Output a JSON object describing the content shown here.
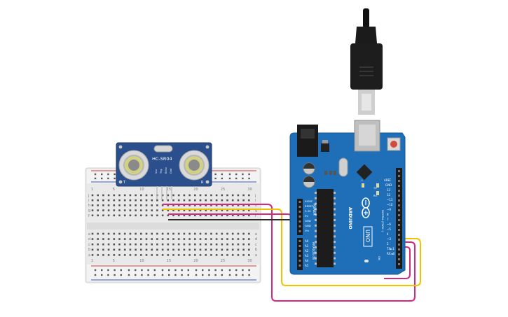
{
  "canvas": {
    "background": "#ffffff"
  },
  "sensor": {
    "model": "HC-SR04",
    "left_marker": "T",
    "right_marker": "R",
    "pins": [
      "Vcc",
      "Trig",
      "Echo",
      "Gnd"
    ],
    "board_color": "#2a4f8c"
  },
  "breadboard": {
    "color": "#e9e9e9",
    "columns_top": [
      "1",
      "5",
      "10",
      "15",
      "20",
      "25",
      "30"
    ],
    "rows_left": [
      "j",
      "i",
      "h",
      "g",
      "f",
      "e",
      "d",
      "c",
      "b",
      "a"
    ],
    "rail_red": "#d23a3a",
    "rail_blue": "#3a56c8"
  },
  "arduino": {
    "board_color": "#1f6fb8",
    "brand": "ARDUINO",
    "model": "UNO",
    "aref_label": "AREF",
    "gnd_label": "GND",
    "digital_label": "DIGITAL (PWM~)",
    "digital_pins": [
      "13",
      "12",
      "~11",
      "~10",
      "~9",
      "8",
      "7",
      "~6",
      "~5",
      "4",
      "~3",
      "2",
      "TX►1",
      "RX◄0"
    ],
    "power_header_title": "POWER",
    "power_pins": [
      "IOREF",
      "RESET",
      "3.3V",
      "5V",
      "GND",
      "GND",
      "Vin"
    ],
    "analog_header_title": "ANALOG IN",
    "analog_pins": [
      "A0",
      "A1",
      "A2",
      "A3",
      "A4",
      "A5"
    ],
    "led_labels": [
      "L",
      "TX",
      "RX"
    ],
    "on_label": "ON"
  },
  "wires": {
    "power_color": "#d6287f",
    "signal_color": "#f2c200",
    "ground_color": "#2a2a2a",
    "trig_color": "#d6287f"
  },
  "usb": {
    "cable_color": "#1b1b1b",
    "plug_color": "#cfcfcf"
  }
}
